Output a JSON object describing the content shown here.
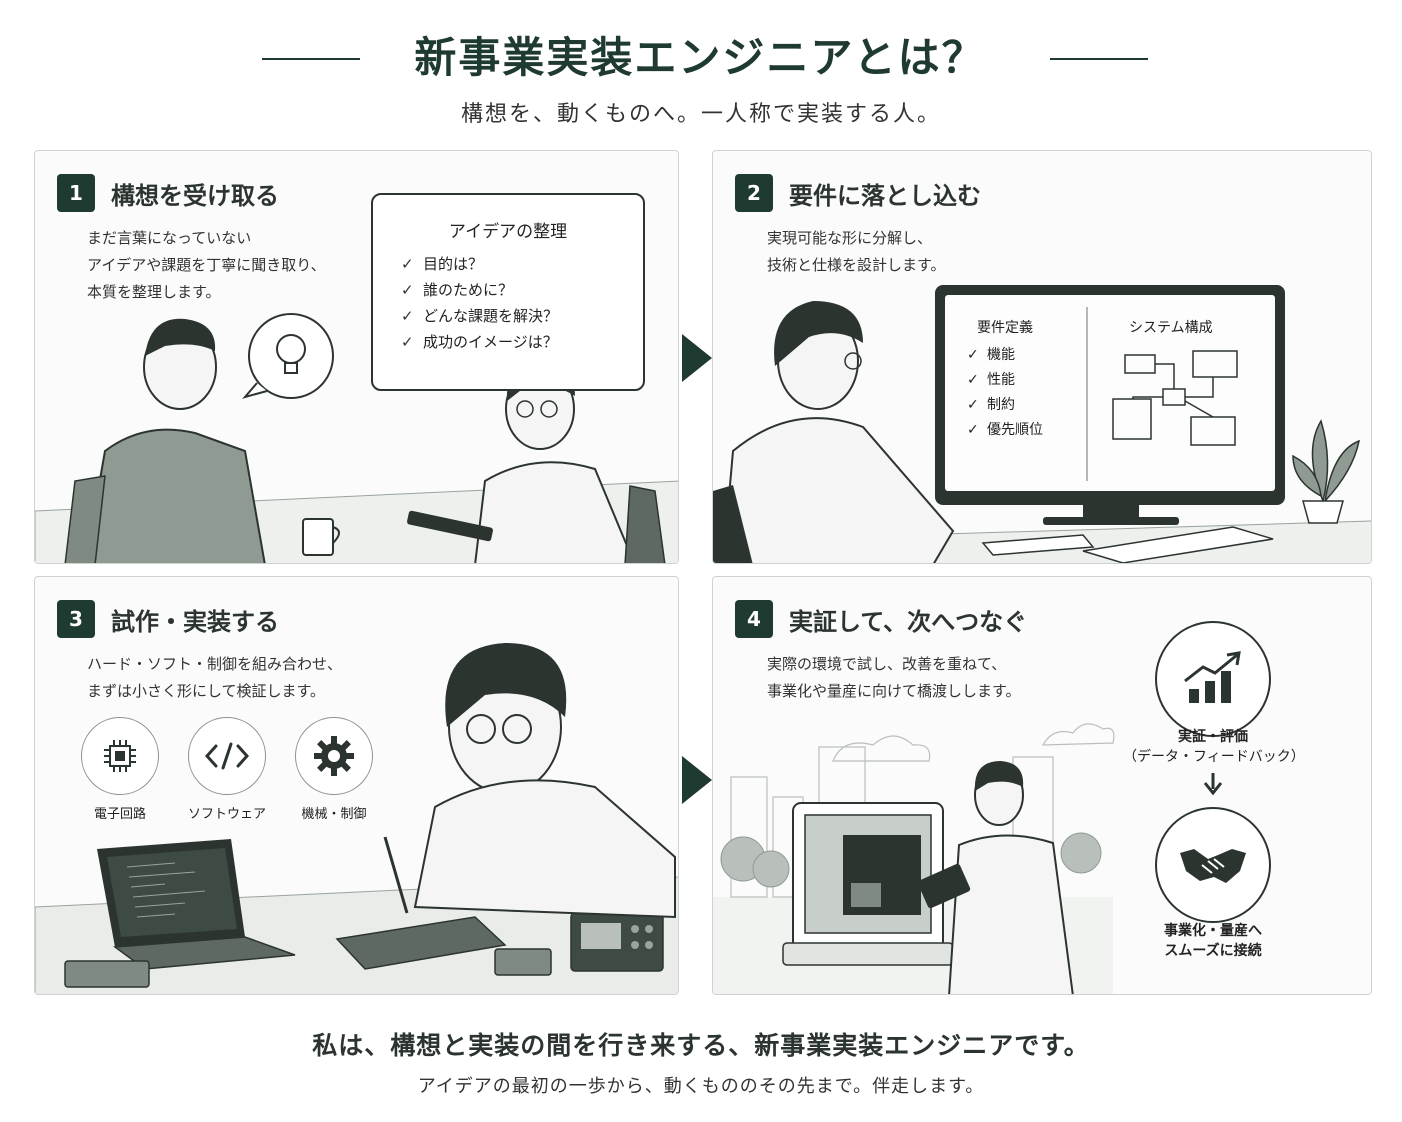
{
  "header": {
    "title": "新事業実装エンジニアとは？",
    "subtitle": "構想を、動くものへ。一人称で実装する人。"
  },
  "steps": [
    {
      "number": "1",
      "title": "構想を受け取る",
      "desc_lines": [
        "まだ言葉になっていない",
        "アイデアや課題を丁寧に聞き取り、",
        "本質を整理します。"
      ],
      "idea_box": {
        "title": "アイデアの整理",
        "items": [
          "目的は？",
          "誰のために？",
          "どんな課題を解決？",
          "成功のイメージは？"
        ]
      }
    },
    {
      "number": "2",
      "title": "要件に落とし込む",
      "desc_lines": [
        "実現可能な形に分解し、",
        "技術と仕様を設計します。"
      ],
      "screen": {
        "left_title": "要件定義",
        "items": [
          "機能",
          "性能",
          "制約",
          "優先順位"
        ],
        "right_title": "システム構成"
      }
    },
    {
      "number": "3",
      "title": "試作・実装する",
      "desc_lines": [
        "ハード・ソフト・制御を組み合わせ、",
        "まずは小さく形にして検証します。"
      ],
      "icons": [
        {
          "icon": "chip-icon",
          "label": "電子回路"
        },
        {
          "icon": "code-icon",
          "label": "ソフトウェア"
        },
        {
          "icon": "gear-icon",
          "label": "機械・制御"
        }
      ]
    },
    {
      "number": "4",
      "title": "実証して、次へつなぐ",
      "desc_lines": [
        "実際の環境で試し、改善を重ねて、",
        "事業化や量産に向けて橋渡しします。"
      ],
      "flow": {
        "top_lines": [
          "実証・評価",
          "（データ・フィードバック）"
        ],
        "bottom_lines": [
          "事業化・量産へ",
          "スムーズに接続"
        ]
      }
    }
  ],
  "footer": {
    "main": "私は、構想と実装の間を行き来する、新事業実装エンジニアです。",
    "sub": "アイデアの最初の一歩から、動くもののその先まで。伴走します。"
  },
  "colors": {
    "accent": "#1f3a30",
    "line": "#2c3430",
    "figure_fill": "#8e9a92",
    "light_fill": "#e9ece9"
  }
}
